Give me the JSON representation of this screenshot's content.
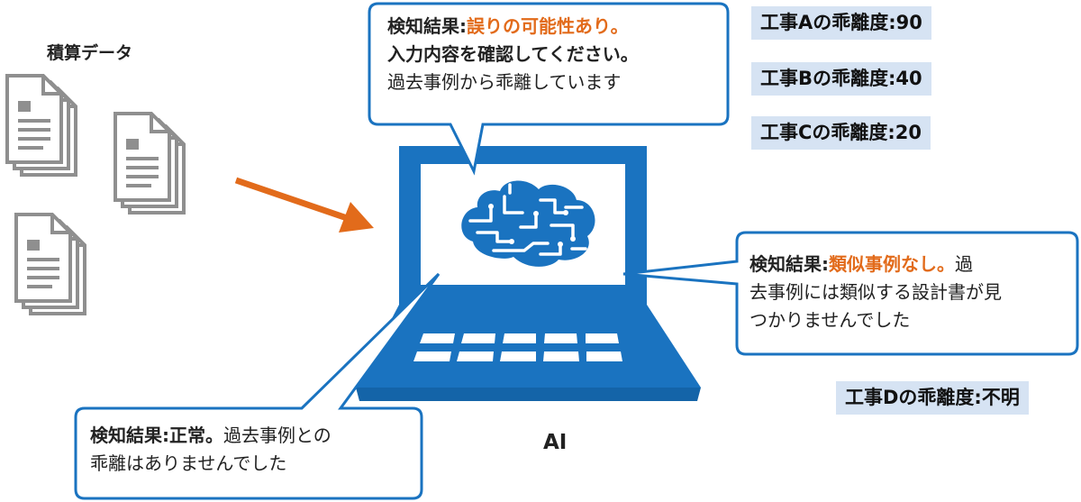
{
  "data_label": "積算データ",
  "ai_label": "AI",
  "badges": [
    {
      "text": "工事Aの乖離度:90"
    },
    {
      "text": "工事Bの乖離度:40"
    },
    {
      "text": "工事Cの乖離度:20"
    },
    {
      "text": "工事Dの乖離度:不明"
    }
  ],
  "bubble_top": {
    "head": "検知結果:",
    "highlight": "誤りの可能性あり。",
    "line2": "入力内容を確認してください。",
    "line3": "過去事例から乖離しています"
  },
  "bubble_right": {
    "head": "検知結果:",
    "highlight": "類似事例なし。",
    "rest1": "過",
    "line2": "去事例には類似する設計書が見",
    "line3": "つかりませんでした"
  },
  "bubble_bottom": {
    "head": "検知結果:",
    "bold": "正常。",
    "rest1": "過去事例との",
    "line2": "乖離はありませんでした"
  },
  "colors": {
    "laptop_blue": "#1a73c0",
    "arrow_orange": "#e26b1b",
    "badge_bg": "#d6e3f3",
    "doc_gray": "#8f8f8f"
  }
}
